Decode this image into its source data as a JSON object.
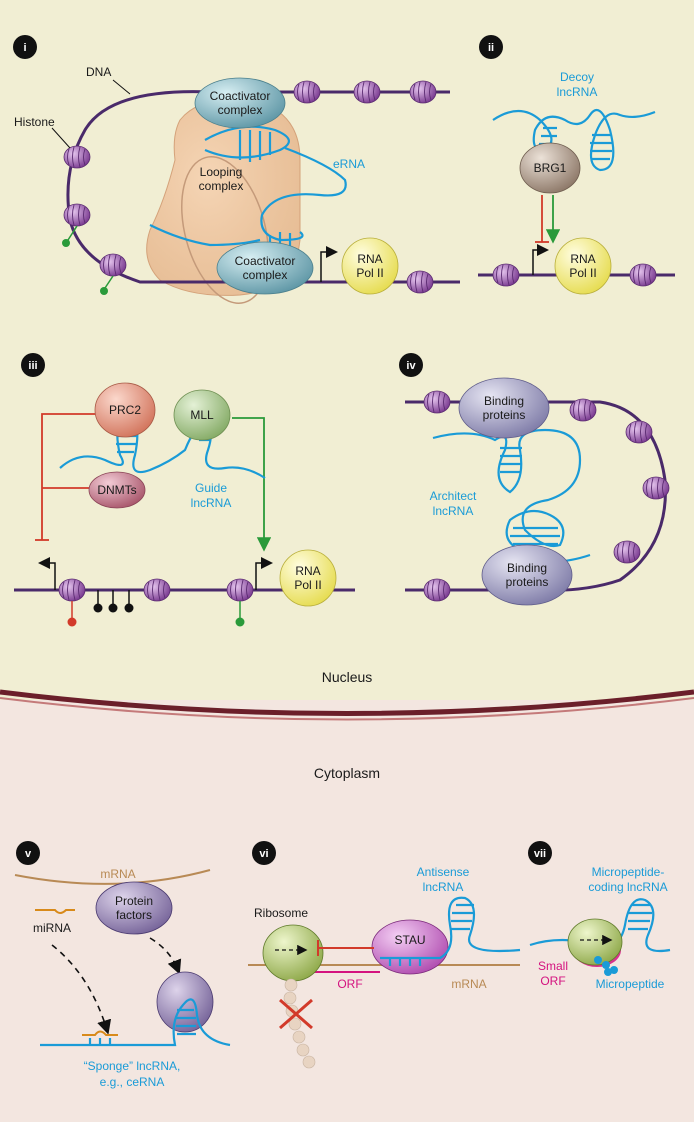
{
  "regions": {
    "nucleus": "Nucleus",
    "cytoplasm": "Cytoplasm"
  },
  "panels": {
    "i": {
      "num": "i",
      "dna": "DNA",
      "histone": "Histone",
      "coact_top_1": "Coactivator",
      "coact_top_2": "complex",
      "erna": "eRNA",
      "loop_1": "Looping",
      "loop_2": "complex",
      "coact_bot_1": "Coactivator",
      "coact_bot_2": "complex",
      "pol_1": "RNA",
      "pol_2": "Pol II"
    },
    "ii": {
      "num": "ii",
      "decoy_1": "Decoy",
      "decoy_2": "lncRNA",
      "brg1": "BRG1",
      "pol_1": "RNA",
      "pol_2": "Pol II"
    },
    "iii": {
      "num": "iii",
      "prc2": "PRC2",
      "mll": "MLL",
      "dnmts": "DNMTs",
      "guide_1": "Guide",
      "guide_2": "lncRNA",
      "pol_1": "RNA",
      "pol_2": "Pol II"
    },
    "iv": {
      "num": "iv",
      "bind_top_1": "Binding",
      "bind_top_2": "proteins",
      "architect_1": "Architect",
      "architect_2": "lncRNA",
      "bind_bot_1": "Binding",
      "bind_bot_2": "proteins"
    },
    "v": {
      "num": "v",
      "mrna": "mRNA",
      "protein_1": "Protein",
      "protein_2": "factors",
      "mirna": "miRNA",
      "sponge_1": "“Sponge” lncRNA,",
      "sponge_2": "e.g., ceRNA"
    },
    "vi": {
      "num": "vi",
      "antisense_1": "Antisense",
      "antisense_2": "lncRNA",
      "ribosome": "Ribosome",
      "stau": "STAU",
      "orf": "ORF",
      "mrna": "mRNA"
    },
    "vii": {
      "num": "vii",
      "micro_1": "Micropeptide-",
      "micro_2": "coding lncRNA",
      "small_1": "Small",
      "small_2": "ORF",
      "micropeptide": "Micropeptide"
    }
  },
  "colors": {
    "nucleus_bg": "#f1eed3",
    "cytoplasm_bg": "#f3e6e0",
    "dna": "#4a2a6a",
    "rna": "#1a9bd7",
    "histone": "#9b5bb0",
    "coactivator": "#7fb3bf",
    "rnapol": "#f3ef8a",
    "brg1": "#b29e8d",
    "prc2": "#e7a08a",
    "mll": "#a9c88a",
    "dnmts": "#c9788a",
    "binding": "#a9a6c7",
    "protein_factors": "#9b8ab8",
    "ribosome": "#b8cf6a",
    "stau": "#d07ad0",
    "repress": "#d23a2a",
    "activate": "#2a9a3a",
    "mrna": "#b88a55"
  }
}
